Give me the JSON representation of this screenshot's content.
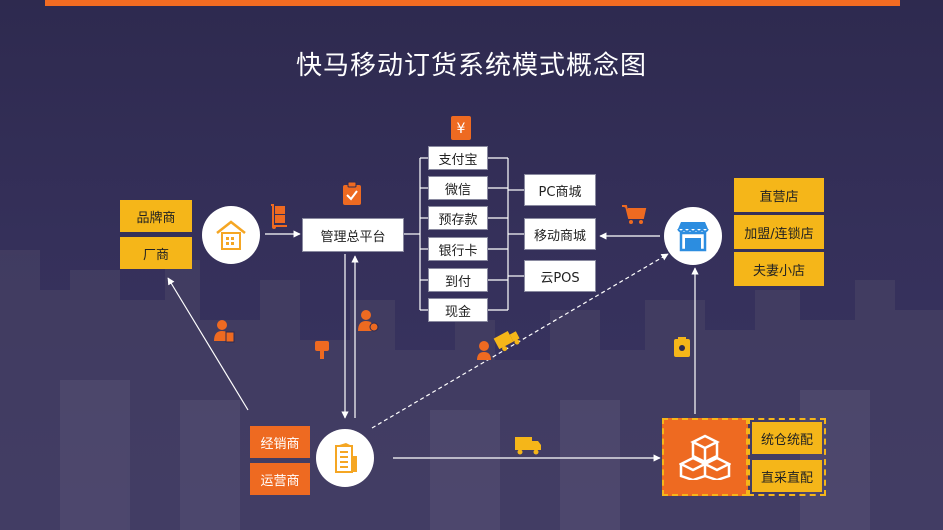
{
  "title": "快马移动订货系统模式概念图",
  "platform": "管理总平台",
  "payments": [
    "支付宝",
    "微信",
    "预存款",
    "银行卡",
    "到付",
    "现金"
  ],
  "channels": [
    "PC商城",
    "移动商城",
    "云POS"
  ],
  "suppliers": [
    "品牌商",
    "厂商"
  ],
  "stores": [
    "直营店",
    "加盟/连锁店",
    "夫妻小店"
  ],
  "distributors": [
    "经销商",
    "运营商"
  ],
  "warehouse": [
    "统仓统配",
    "直采直配"
  ],
  "colors": {
    "orange": "#ee6a21",
    "yellow": "#f5b619",
    "bg": "#2e2a4f",
    "accent": "#2c8de0"
  },
  "icons": {
    "payment": "yen-receipt-icon",
    "platform": "clipboard-check-icon",
    "supplier": "building-icon",
    "store": "storefront-icon",
    "distributor": "office-building-icon",
    "warehouse": "boxes-icon",
    "cart": "shopping-cart-icon",
    "handtruck": "hand-truck-icon",
    "truck": "delivery-truck-icon"
  }
}
